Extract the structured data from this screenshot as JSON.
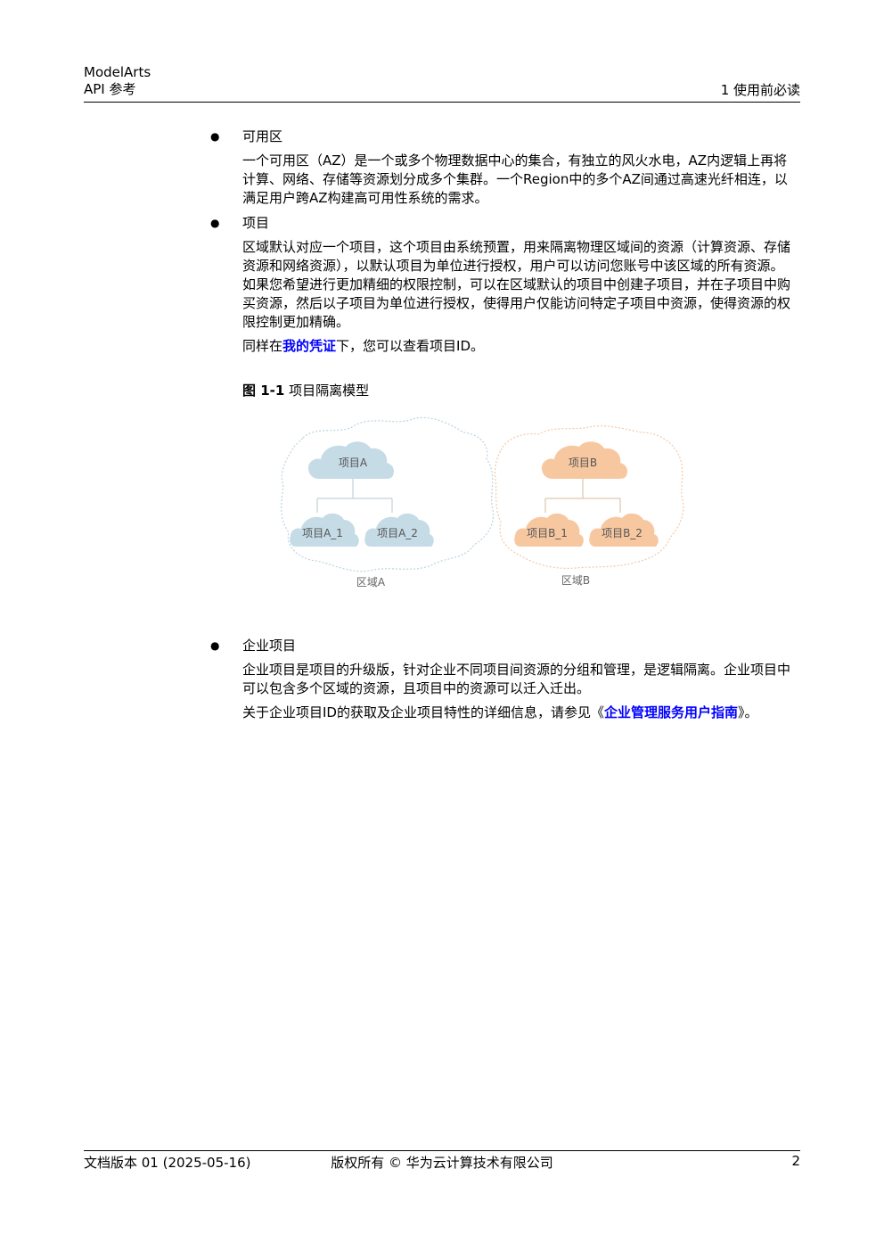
{
  "header": {
    "product": "ModelArts",
    "doc": "API 参考",
    "chapter": "1 使用前必读"
  },
  "items": [
    {
      "bullet": "●",
      "title": "可用区",
      "paragraphs": [
        "一个可用区（AZ）是一个或多个物理数据中心的集合，有独立的风火水电，AZ内逻辑上再将计算、网络、存储等资源划分成多个集群。一个Region中的多个AZ间通过高速光纤相连，以满足用户跨AZ构建高可用性系统的需求。"
      ]
    },
    {
      "bullet": "●",
      "title": "项目",
      "paragraphs": [
        "区域默认对应一个项目，这个项目由系统预置，用来隔离物理区域间的资源（计算资源、存储资源和网络资源），以默认项目为单位进行授权，用户可以访问您账号中该区域的所有资源。如果您希望进行更加精细的权限控制，可以在区域默认的项目中创建子项目，并在子项目中购买资源，然后以子项目为单位进行授权，使得用户仅能访问特定子项目中资源，使得资源的权限控制更加精确。"
      ],
      "credential": {
        "prefix": "同样在",
        "link": "我的凭证",
        "suffix": "下，您可以查看项目ID。"
      }
    },
    {
      "bullet": "●",
      "title": "企业项目",
      "paragraphs": [
        "企业项目是项目的升级版，针对企业不同项目间资源的分组和管理，是逻辑隔离。企业项目中可以包含多个区域的资源，且项目中的资源可以迁入迁出。"
      ],
      "guide": {
        "prefix": "关于企业项目ID的获取及企业项目特性的详细信息，请参见《",
        "link": "企业管理服务用户指南",
        "suffix": "》。"
      }
    }
  ],
  "figure": {
    "caption_num": "图 1-1",
    "caption_text": "项目隔离模型",
    "region_a": {
      "label": "区域A",
      "project": "项目A",
      "subprojects": [
        "项目A_1",
        "项目A_2"
      ],
      "fill": "#c5dbe6",
      "border": "#bcd3e0"
    },
    "region_b": {
      "label": "区域B",
      "project": "项目B",
      "subprojects": [
        "项目B_1",
        "项目B_2"
      ],
      "fill": "#f7c7a0",
      "border": "#f5c9a4"
    }
  },
  "footer": {
    "version": "文档版本 01 (2025-05-16)",
    "copyright": "版权所有 © 华为云计算技术有限公司",
    "page": "2"
  }
}
